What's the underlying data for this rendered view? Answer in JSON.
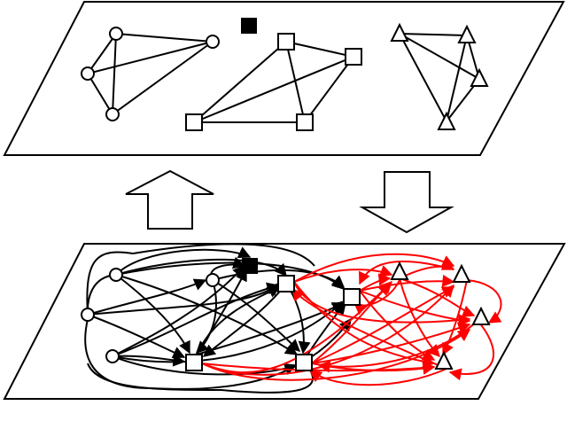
{
  "colors": {
    "background": "#ffffff",
    "stroke": "#000000",
    "highlight_edge": "#ff0000",
    "filled_node": "#000000"
  },
  "layers": [
    {
      "id": "top",
      "description_visible_text": "",
      "groups": [
        {
          "shape": "circle",
          "nodes": [
            "c1",
            "c2",
            "c3",
            "c4"
          ]
        },
        {
          "shape": "square",
          "nodes": [
            "s1",
            "s2",
            "s3",
            "s4"
          ]
        },
        {
          "shape": "triangle",
          "nodes": [
            "t1",
            "t2",
            "t3",
            "t4"
          ]
        },
        {
          "shape": "filled-square",
          "nodes": [
            "f1"
          ]
        }
      ],
      "edges": [
        [
          "c1",
          "c2"
        ],
        [
          "c1",
          "c3"
        ],
        [
          "c1",
          "c4"
        ],
        [
          "c2",
          "c3"
        ],
        [
          "c2",
          "c4"
        ],
        [
          "c3",
          "c4"
        ],
        [
          "s1",
          "s2"
        ],
        [
          "s1",
          "s3"
        ],
        [
          "s1",
          "s4"
        ],
        [
          "s2",
          "s3"
        ],
        [
          "s2",
          "s4"
        ],
        [
          "s3",
          "s4"
        ],
        [
          "t1",
          "t2"
        ],
        [
          "t1",
          "t3"
        ],
        [
          "t1",
          "t4"
        ],
        [
          "t2",
          "t3"
        ],
        [
          "t2",
          "t4"
        ],
        [
          "t3",
          "t4"
        ]
      ]
    },
    {
      "id": "bottom",
      "description_visible_text": "",
      "edge_types": [
        "black-directed",
        "red-directed"
      ]
    }
  ],
  "arrows": [
    {
      "direction": "up",
      "meaning": "aggregation"
    },
    {
      "direction": "down",
      "meaning": "expansion"
    }
  ]
}
